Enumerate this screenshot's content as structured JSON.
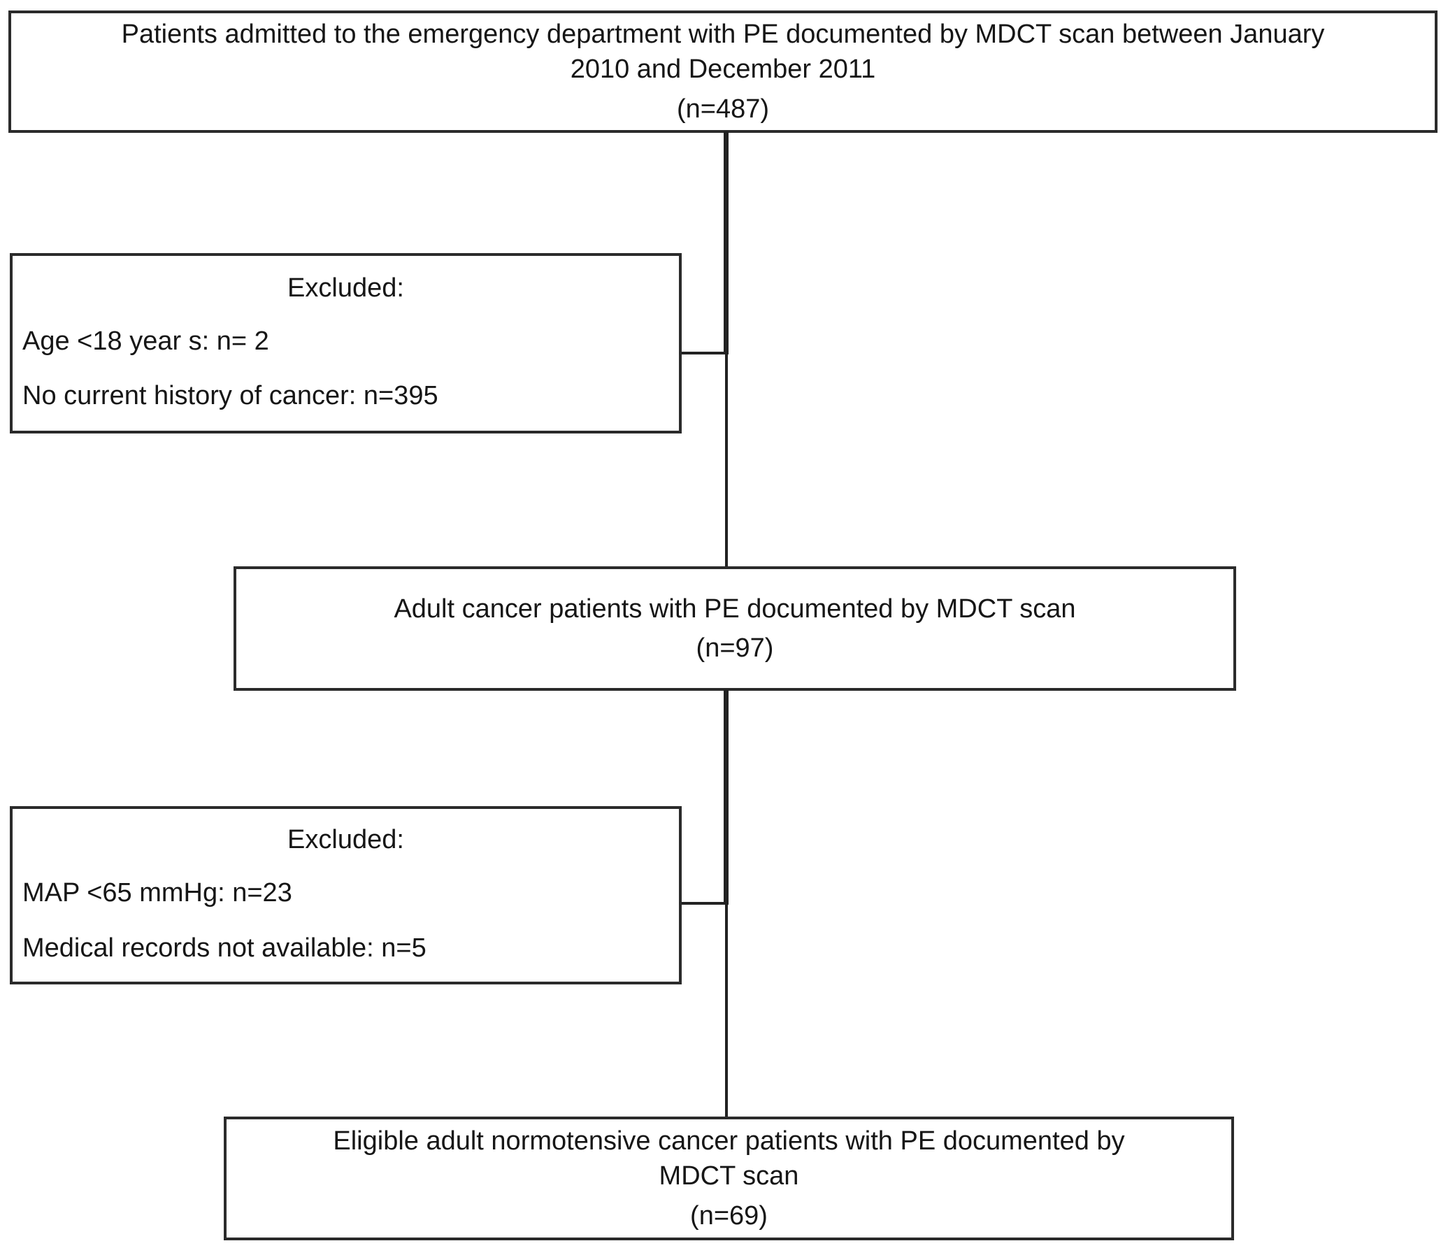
{
  "figure": {
    "type": "patient-flow-diagram",
    "ink_color": "#2b2b2b",
    "text_color": "#161616",
    "background_color": "#ffffff"
  },
  "boxes": {
    "top": {
      "line1": "Patients admitted to the emergency department with PE documented by MDCT scan between January",
      "line2": "2010 and December 2011",
      "n": "(n=487)"
    },
    "excluded1": {
      "title": "Excluded:",
      "items": [
        "Age <18 year s: n= 2",
        "No current history of cancer: n=395"
      ]
    },
    "middle": {
      "line1": "Adult cancer patients with PE documented by MDCT scan",
      "n": "(n=97)"
    },
    "excluded2": {
      "title": "Excluded:",
      "items": [
        "MAP <65 mmHg: n=23",
        "Medical records not available: n=5"
      ]
    },
    "bottom": {
      "line1": "Eligible adult normotensive cancer patients with PE documented by",
      "line2": "MDCT scan",
      "n": "(n=69)"
    }
  }
}
